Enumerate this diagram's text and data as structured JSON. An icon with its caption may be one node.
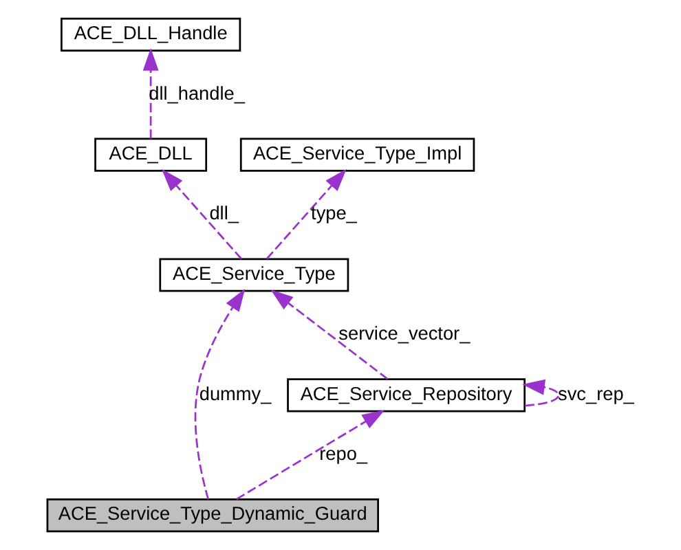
{
  "diagram": {
    "nodes": [
      {
        "text": [
          "ACE_DLL_Handle"
        ]
      },
      {
        "text": [
          "ACE_DLL"
        ]
      },
      {
        "text": [
          "ACE_Service_Type_Impl"
        ]
      },
      {
        "text": [
          "ACE_Service_Type"
        ]
      },
      {
        "text": [
          "ACE_Service_Repository"
        ]
      },
      {
        "text": [
          "ACE_Service_Type_Dynamic_Guard"
        ]
      }
    ],
    "edges": [
      {
        "from": 1,
        "to": 0,
        "arrow": "to",
        "label": "dll_handle_",
        "style": "dashed"
      },
      {
        "from": 3,
        "to": 1,
        "arrow": "to",
        "label": "dll_",
        "style": "dashed"
      },
      {
        "from": 3,
        "to": 2,
        "arrow": "to",
        "label": "type_",
        "style": "dashed"
      },
      {
        "from": 4,
        "to": 3,
        "arrow": "to",
        "label": "service_vector_",
        "style": "dashed"
      },
      {
        "from": 4,
        "to": 4,
        "arrow": "to",
        "label": "svc_rep_",
        "style": "dashed"
      },
      {
        "from": 5,
        "to": 3,
        "arrow": "to",
        "label": "dummy_",
        "style": "dashed"
      },
      {
        "from": 5,
        "to": 4,
        "arrow": "to",
        "label": "repo_",
        "style": "dashed"
      }
    ]
  }
}
